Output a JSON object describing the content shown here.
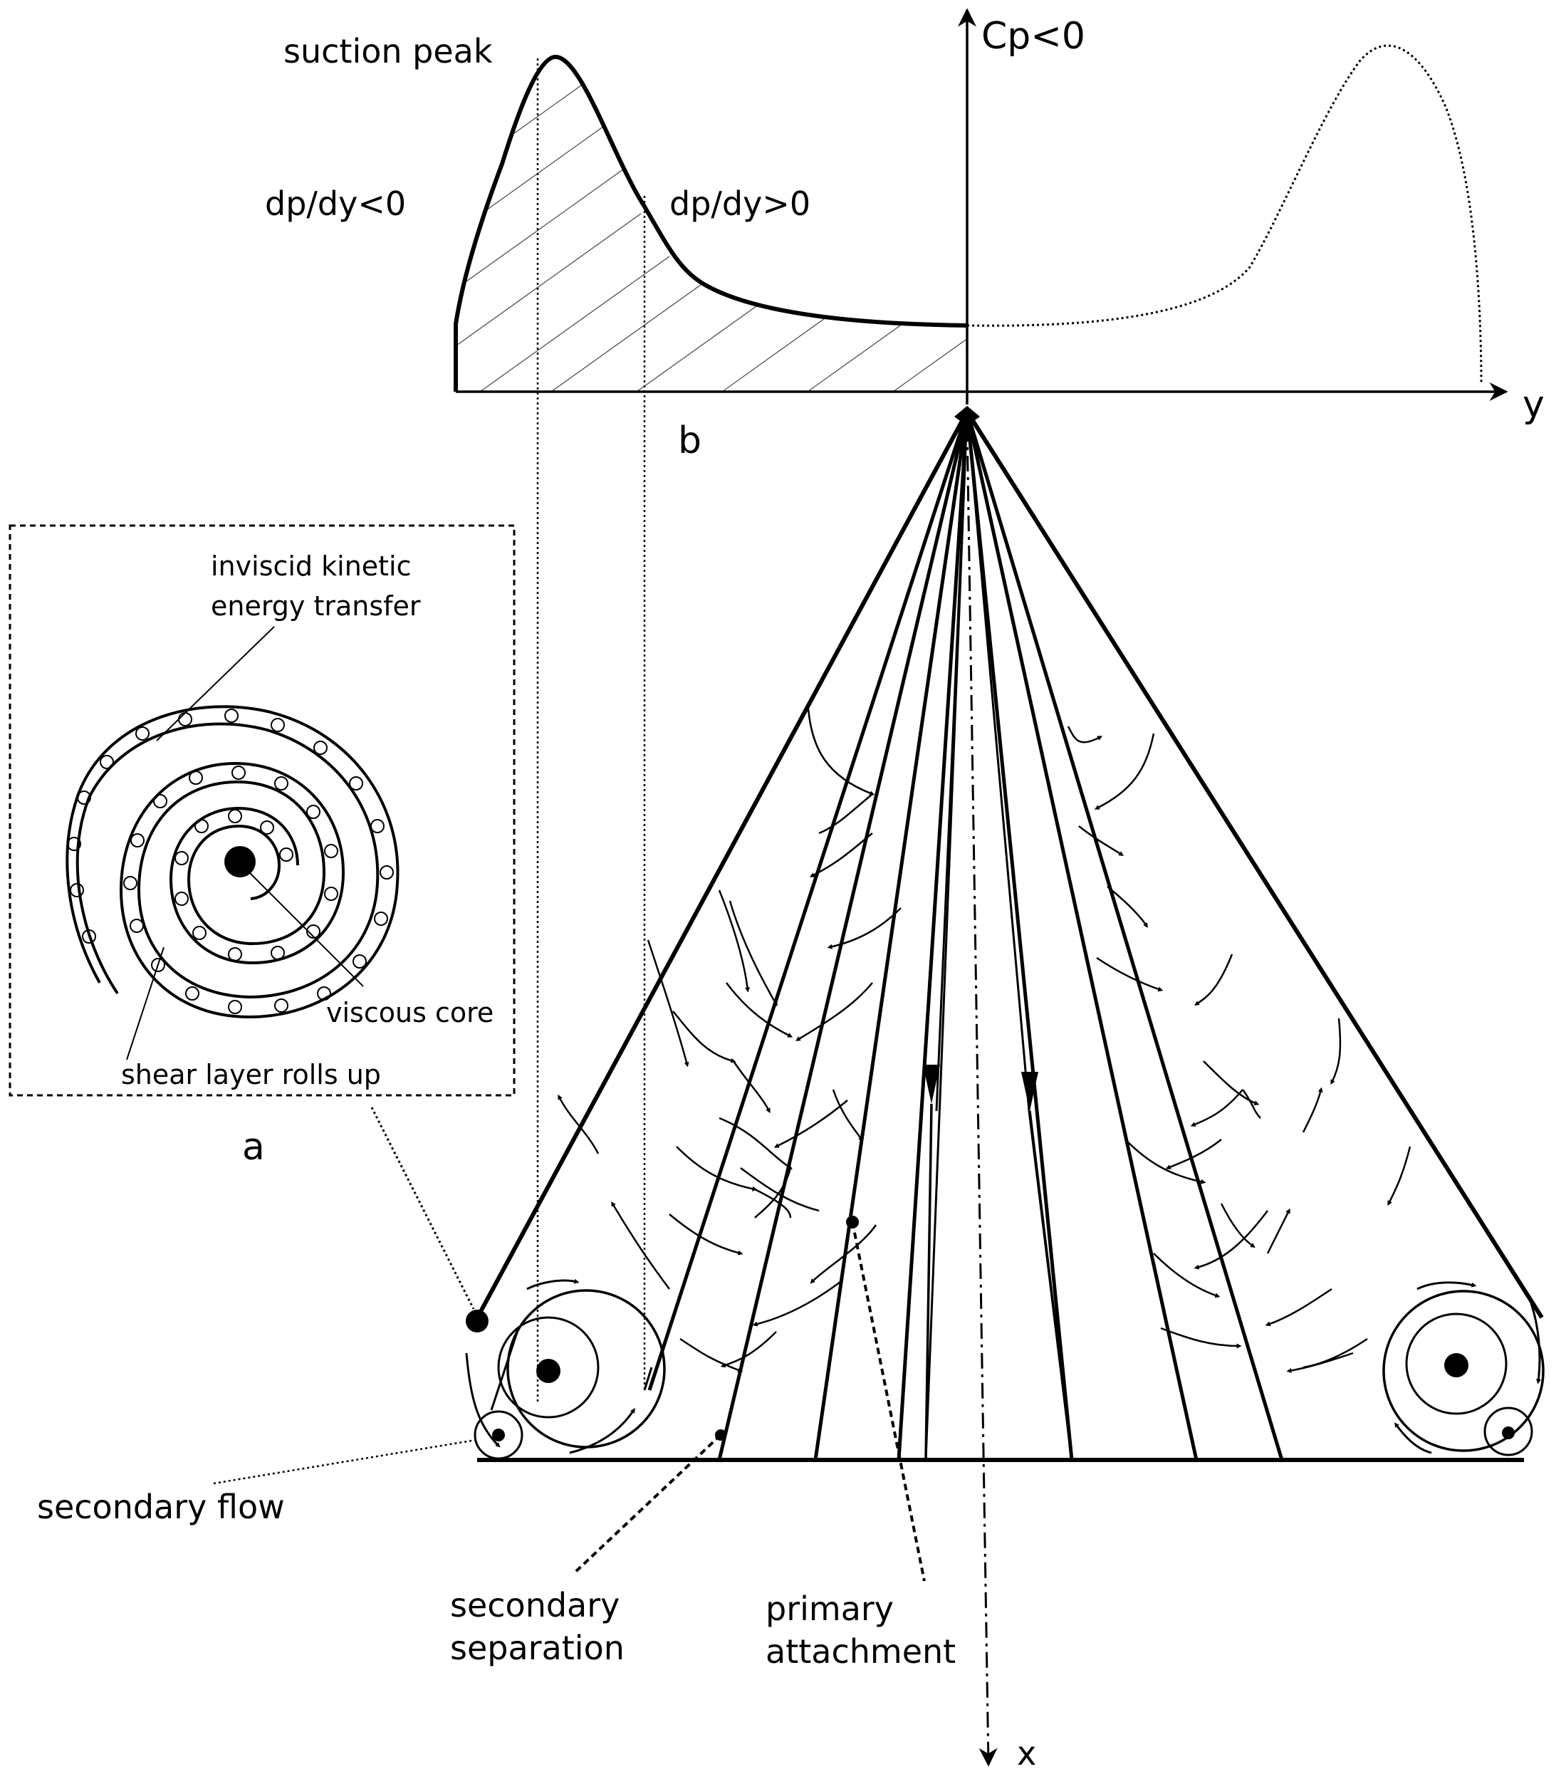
{
  "labels": {
    "suction_peak": "suction peak",
    "cp_axis": "Cp<0",
    "grad_neg": "dp/dy<0",
    "grad_pos": "dp/dy>0",
    "y_axis": "y",
    "x_axis": "x",
    "panel_b": "b",
    "panel_a": "a",
    "inviscid_1": "inviscid kinetic",
    "inviscid_2": "energy transfer",
    "viscous_core": "viscous core",
    "shear_layer": "shear layer rolls up",
    "secondary_flow": "secondary flow",
    "secondary_sep_1": "secondary",
    "secondary_sep_2": "separation",
    "primary_att_1": "primary",
    "primary_att_2": "attachment"
  },
  "colors": {
    "line": "#000000",
    "background": "#ffffff"
  }
}
